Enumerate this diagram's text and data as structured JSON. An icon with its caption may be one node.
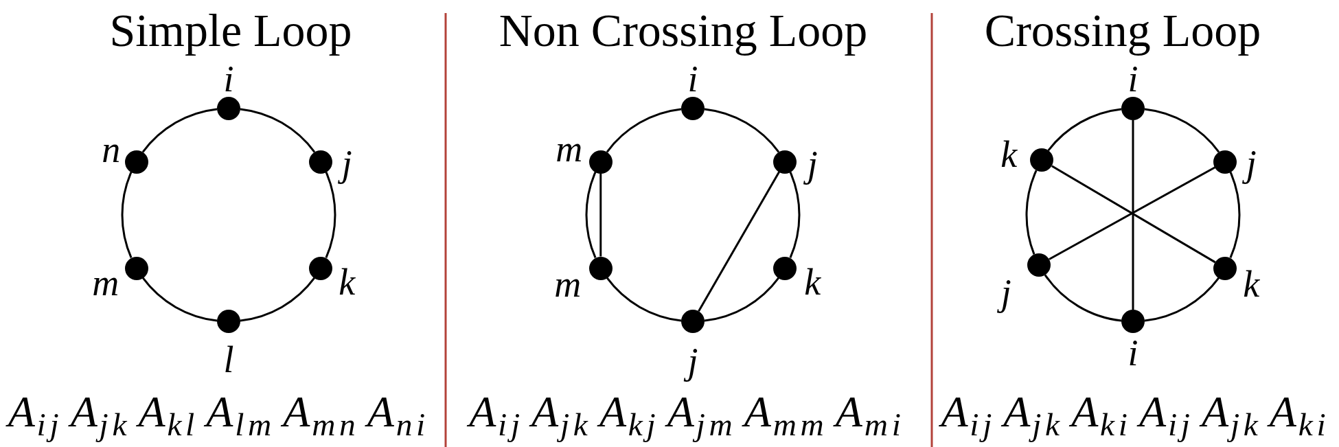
{
  "diagram": {
    "nodes": [
      {
        "text": [],
        "shape": "circle",
        "beside": [
          "i"
        ]
      },
      {
        "text": [],
        "shape": "circle",
        "beside": [
          "j"
        ]
      },
      {
        "text": [],
        "shape": "circle",
        "beside": [
          "k"
        ]
      },
      {
        "text": [],
        "shape": "circle",
        "beside": [
          "l"
        ]
      },
      {
        "text": [],
        "shape": "circle",
        "beside": [
          "m"
        ]
      },
      {
        "text": [],
        "shape": "circle",
        "beside": [
          "n"
        ]
      },
      {
        "text": [],
        "shape": "circle",
        "beside": [
          "i"
        ]
      },
      {
        "text": [],
        "shape": "circle",
        "beside": [
          "j"
        ]
      },
      {
        "text": [],
        "shape": "circle",
        "beside": [
          "k"
        ]
      },
      {
        "text": [],
        "shape": "circle",
        "beside": [
          "j"
        ]
      },
      {
        "text": [],
        "shape": "circle",
        "beside": [
          "m"
        ]
      },
      {
        "text": [],
        "shape": "circle",
        "beside": [
          "m"
        ]
      },
      {
        "text": [],
        "shape": "circle",
        "beside": [
          "i"
        ]
      },
      {
        "text": [],
        "shape": "circle",
        "beside": [
          "j"
        ]
      },
      {
        "text": [],
        "shape": "circle",
        "beside": [
          "k"
        ]
      },
      {
        "text": [],
        "shape": "circle",
        "beside": [
          "i"
        ]
      },
      {
        "text": [],
        "shape": "circle",
        "beside": [
          "j"
        ]
      },
      {
        "text": [],
        "shape": "circle",
        "beside": [
          "k"
        ]
      }
    ],
    "edges": [
      {
        "from": 0,
        "to": 1,
        "arrow": "none"
      },
      {
        "from": 1,
        "to": 2,
        "arrow": "none"
      },
      {
        "from": 2,
        "to": 3,
        "arrow": "none"
      },
      {
        "from": 3,
        "to": 4,
        "arrow": "none"
      },
      {
        "from": 4,
        "to": 5,
        "arrow": "none"
      },
      {
        "from": 5,
        "to": 0,
        "arrow": "none"
      },
      {
        "from": 6,
        "to": 7,
        "arrow": "none"
      },
      {
        "from": 7,
        "to": 8,
        "arrow": "none"
      },
      {
        "from": 8,
        "to": 9,
        "arrow": "none"
      },
      {
        "from": 9,
        "to": 10,
        "arrow": "none"
      },
      {
        "from": 10,
        "to": 11,
        "arrow": "none"
      },
      {
        "from": 11,
        "to": 6,
        "arrow": "none"
      },
      {
        "from": 11,
        "to": 10,
        "arrow": "none"
      },
      {
        "from": 7,
        "to": 9,
        "arrow": "none"
      },
      {
        "from": 12,
        "to": 13,
        "arrow": "none"
      },
      {
        "from": 13,
        "to": 14,
        "arrow": "none"
      },
      {
        "from": 14,
        "to": 15,
        "arrow": "none"
      },
      {
        "from": 15,
        "to": 16,
        "arrow": "none"
      },
      {
        "from": 16,
        "to": 17,
        "arrow": "none"
      },
      {
        "from": 17,
        "to": 12,
        "arrow": "none"
      },
      {
        "from": 12,
        "to": 15,
        "arrow": "none"
      },
      {
        "from": 13,
        "to": 16,
        "arrow": "none"
      },
      {
        "from": 17,
        "to": 14,
        "arrow": "none"
      }
    ],
    "labels": [
      "Simple Loop",
      "Non Crossing Loop",
      "Crossing Loop",
      "A$_{ij}$A$_{jk}$A$_{kl}$A$_{lm}$A$_{mn}$A$_{ni}$",
      "A$_{ij}$A$_{jk}$A$_{kj}$A$_{jm}$A$_{mm}$A$_{mi}$",
      "A$_{ij}$A$_{jk}$A$_{ki}$A$_{ij}$A$_{jk}$A$_{ki}$"
    ]
  }
}
